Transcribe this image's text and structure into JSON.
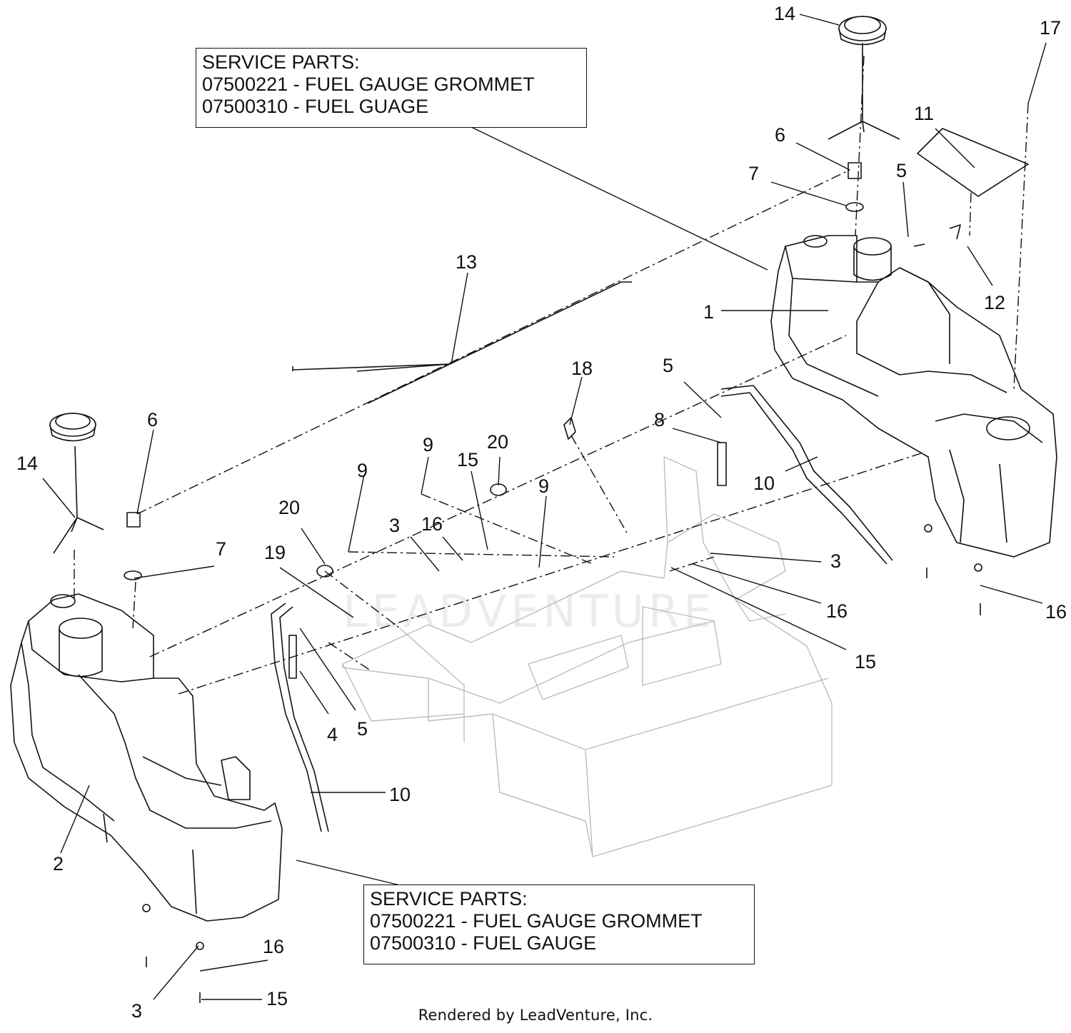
{
  "diagram": {
    "service_box_top": {
      "line1": "SERVICE PARTS:",
      "line2": "07500221 - FUEL GAUGE GROMMET",
      "line3": "07500310 - FUEL GUAGE"
    },
    "service_box_bottom": {
      "line1": "SERVICE PARTS:",
      "line2": "07500221 - FUEL GAUGE GROMMET",
      "line3": "07500310 - FUEL GAUGE"
    },
    "callouts": [
      "14",
      "17",
      "11",
      "6",
      "5",
      "7",
      "13",
      "1",
      "12",
      "18",
      "5",
      "8",
      "10",
      "6",
      "14",
      "9",
      "20",
      "15",
      "9",
      "9",
      "20",
      "3",
      "16",
      "7",
      "19",
      "3",
      "16",
      "15",
      "16",
      "4",
      "5",
      "10",
      "2",
      "16",
      "3",
      "15"
    ],
    "watermark": "LEADVENTURE",
    "footer": "Rendered by LeadVenture, Inc."
  },
  "colors": {
    "line": "#111111",
    "ghost": "#bdbdbd",
    "background": "#ffffff"
  }
}
